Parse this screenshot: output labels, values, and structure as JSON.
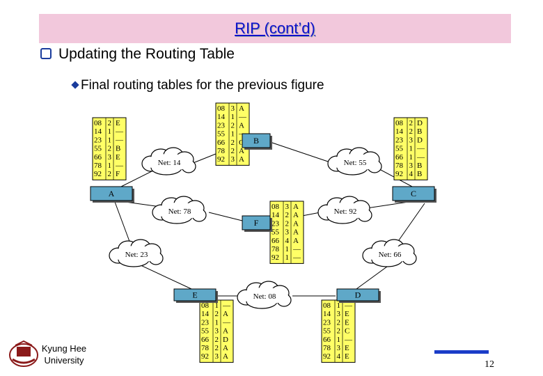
{
  "slide": {
    "title": "RIP (cont’d)",
    "bullet1": "Updating the Routing Table",
    "bullet2": "Final routing tables for the previous figure",
    "footer": {
      "line1": "Kyung Hee",
      "line2": "University"
    },
    "page_number": "12"
  },
  "diagram": {
    "routers": [
      {
        "id": "A",
        "label": "A"
      },
      {
        "id": "B",
        "label": "B"
      },
      {
        "id": "C",
        "label": "C"
      },
      {
        "id": "D",
        "label": "D"
      },
      {
        "id": "E",
        "label": "E"
      },
      {
        "id": "F",
        "label": "F"
      }
    ],
    "networks": [
      {
        "id": "14",
        "label": "Net: 14"
      },
      {
        "id": "55",
        "label": "Net: 55"
      },
      {
        "id": "78",
        "label": "Net: 78"
      },
      {
        "id": "92",
        "label": "Net: 92"
      },
      {
        "id": "23",
        "label": "Net: 23"
      },
      {
        "id": "66",
        "label": "Net: 66"
      },
      {
        "id": "08",
        "label": "Net: 08"
      }
    ],
    "tables": {
      "A": [
        [
          "08",
          "2",
          "E"
        ],
        [
          "14",
          "1",
          "—"
        ],
        [
          "23",
          "1",
          "—"
        ],
        [
          "55",
          "2",
          "B"
        ],
        [
          "66",
          "3",
          "E"
        ],
        [
          "78",
          "1",
          "—"
        ],
        [
          "92",
          "2",
          "F"
        ]
      ],
      "B": [
        [
          "08",
          "3",
          "A"
        ],
        [
          "14",
          "1",
          "—"
        ],
        [
          "23",
          "2",
          "A"
        ],
        [
          "55",
          "1",
          "—"
        ],
        [
          "66",
          "2",
          "C"
        ],
        [
          "78",
          "2",
          "A"
        ],
        [
          "92",
          "3",
          "A"
        ]
      ],
      "C": [
        [
          "08",
          "2",
          "D"
        ],
        [
          "14",
          "2",
          "B"
        ],
        [
          "23",
          "3",
          "D"
        ],
        [
          "55",
          "1",
          "—"
        ],
        [
          "66",
          "1",
          "—"
        ],
        [
          "78",
          "3",
          "B"
        ],
        [
          "92",
          "4",
          "B"
        ]
      ],
      "D": [
        [
          "08",
          "1",
          "—"
        ],
        [
          "14",
          "3",
          "E"
        ],
        [
          "23",
          "2",
          "E"
        ],
        [
          "55",
          "2",
          "C"
        ],
        [
          "66",
          "1",
          "—"
        ],
        [
          "78",
          "3",
          "E"
        ],
        [
          "92",
          "4",
          "E"
        ]
      ],
      "E": [
        [
          "08",
          "1",
          "—"
        ],
        [
          "14",
          "2",
          "A"
        ],
        [
          "23",
          "1",
          "—"
        ],
        [
          "55",
          "3",
          "A"
        ],
        [
          "66",
          "2",
          "D"
        ],
        [
          "78",
          "2",
          "A"
        ],
        [
          "92",
          "3",
          "A"
        ]
      ],
      "F": [
        [
          "08",
          "3",
          "A"
        ],
        [
          "14",
          "2",
          "A"
        ],
        [
          "23",
          "2",
          "A"
        ],
        [
          "55",
          "3",
          "A"
        ],
        [
          "66",
          "4",
          "A"
        ],
        [
          "78",
          "1",
          "—"
        ],
        [
          "92",
          "1",
          "—"
        ]
      ]
    }
  }
}
